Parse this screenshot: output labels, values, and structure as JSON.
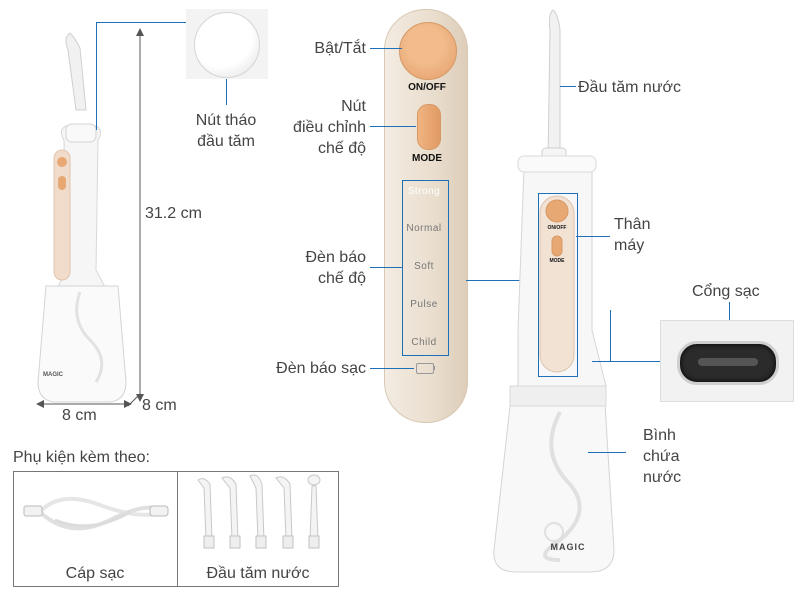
{
  "labels": {
    "remove_tip": "Nút tháo\nđầu tăm",
    "height": "31.2 cm",
    "width": "8 cm",
    "depth": "8 cm",
    "power": "Bật/Tắt",
    "mode_btn": "Nút\nđiều chỉnh\nchế độ",
    "mode_light": "Đèn báo\nchế độ",
    "charge_light": "Đèn báo sạc",
    "tip": "Đầu tăm nước",
    "body": "Thân\nmáy",
    "port": "Cổng sạc",
    "tank": "Bình\nchứa\nnước"
  },
  "panel": {
    "on_off": "ON/OFF",
    "mode": "MODE",
    "modes": [
      "Strong",
      "Normal",
      "Soft",
      "Pulse",
      "Child"
    ]
  },
  "accessories": {
    "title": "Phụ kiện kèm theo:",
    "cable": "Cáp sạc",
    "tips": "Đầu tăm nước"
  },
  "brand": "MAGIC",
  "colors": {
    "accent_line": "#1f6fb8",
    "button": "#e8a874",
    "panel": "#ede4d8"
  }
}
